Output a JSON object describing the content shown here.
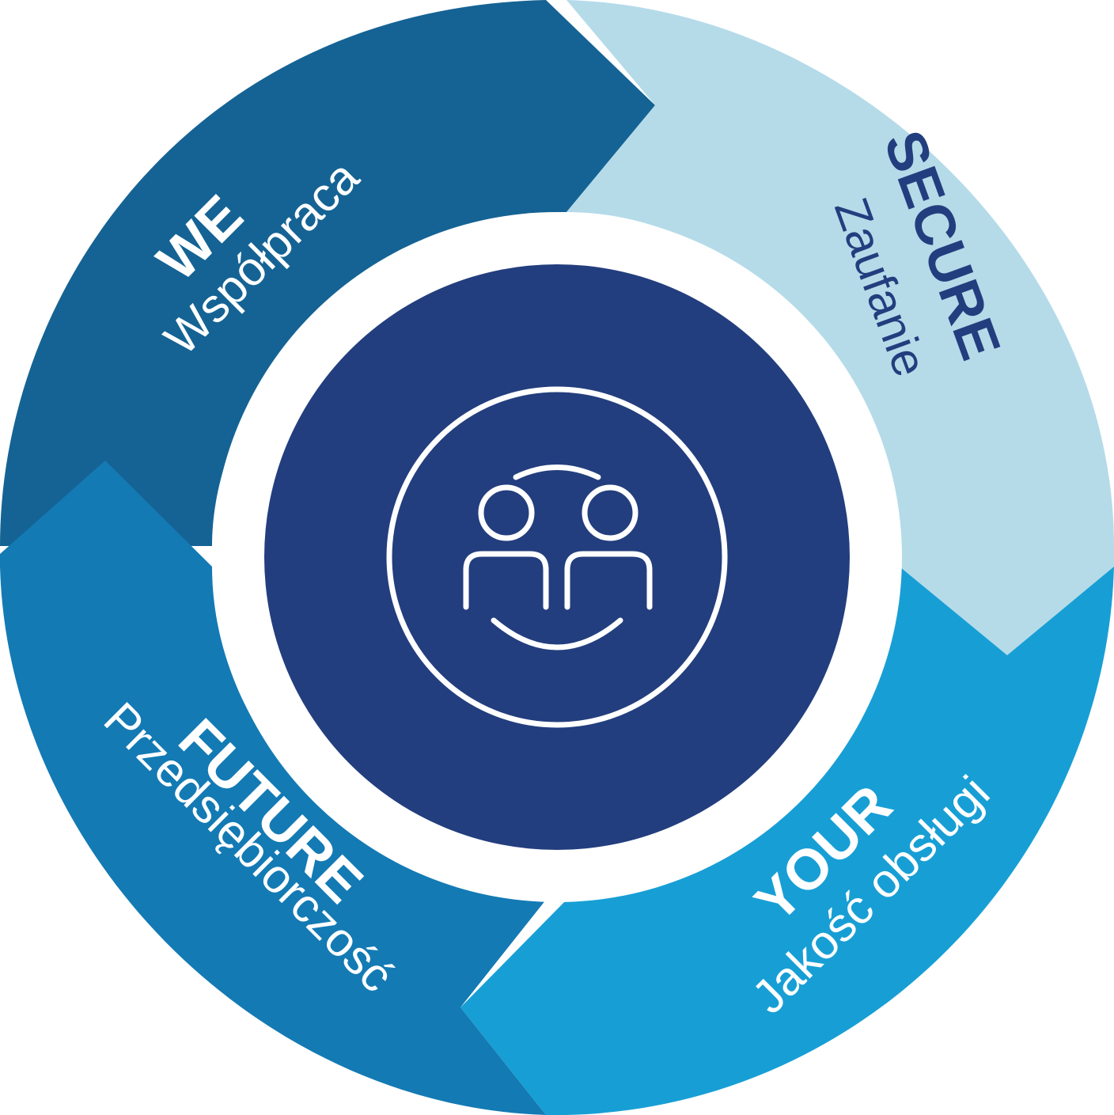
{
  "colors": {
    "background": "#ffffff",
    "we_segment": "#156394",
    "secure_segment": "#b5dbe9",
    "your_segment": "#179fd5",
    "future_segment": "#137ab4",
    "center_disc": "#233e7e",
    "icon_stroke": "#ffffff",
    "light_text": "#ffffff",
    "dark_text": "#233e7e"
  },
  "segments": [
    {
      "id": "we",
      "keyword": "WE",
      "subtitle": "Współpraca"
    },
    {
      "id": "secure",
      "keyword": "SECURE",
      "subtitle": "Zaufanie"
    },
    {
      "id": "your",
      "keyword": "YOUR",
      "subtitle": "Jakość obsługi"
    },
    {
      "id": "future",
      "keyword": "FUTURE",
      "subtitle": "Przedsiębiorczość"
    }
  ],
  "center": {
    "icon": "smiling-people-icon"
  }
}
